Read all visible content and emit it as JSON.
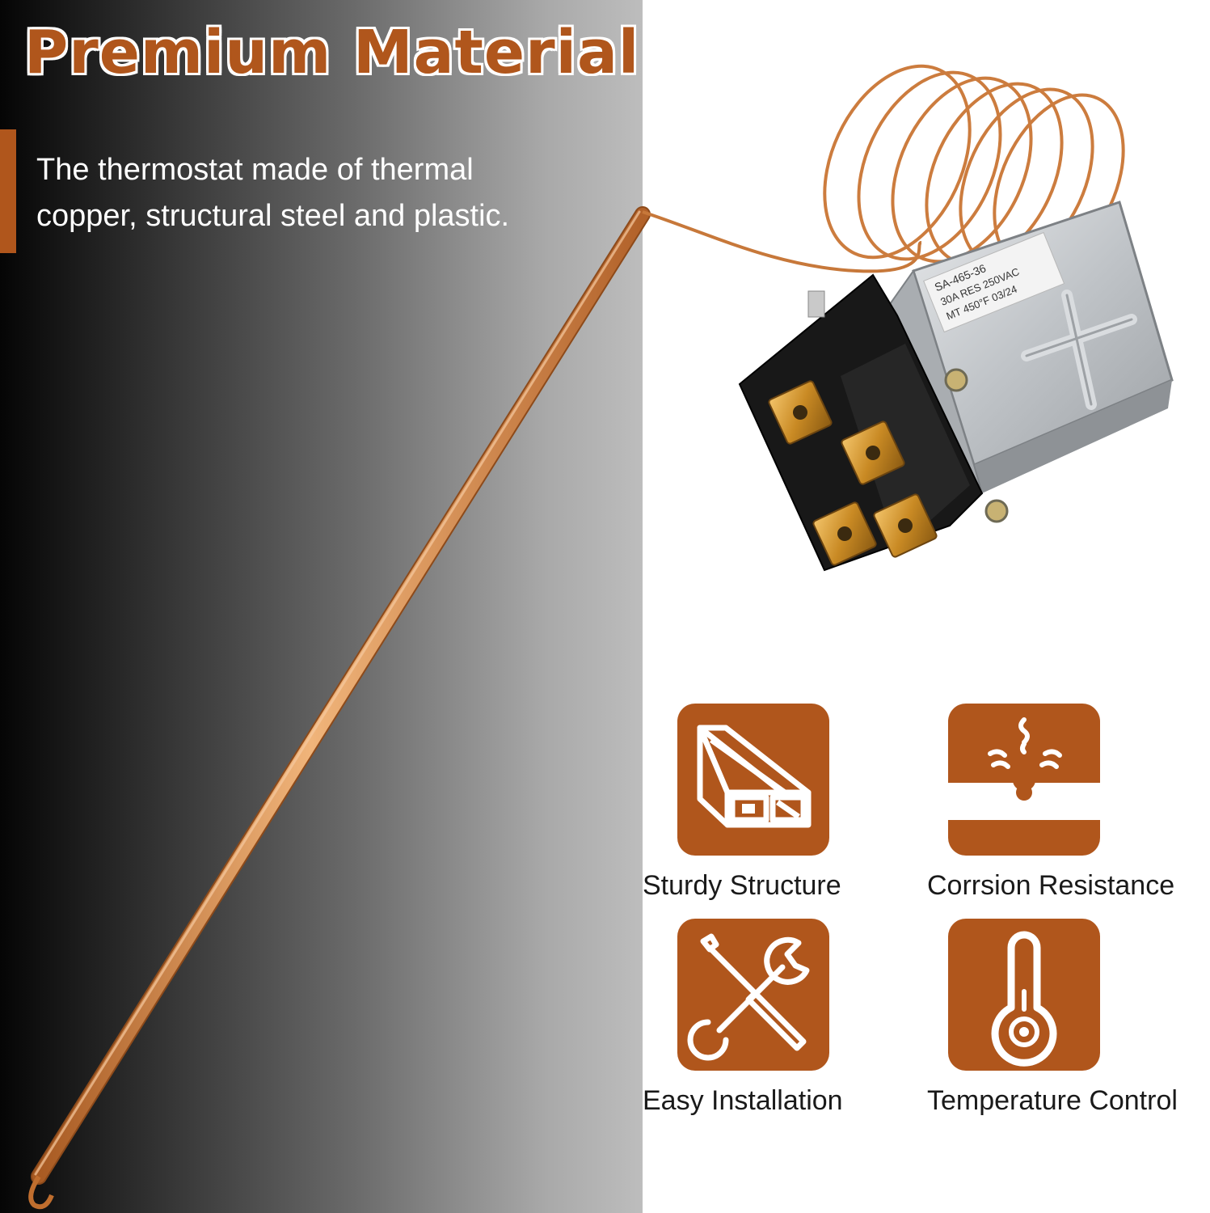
{
  "header": {
    "title": "Premium Material",
    "description_line1": "The thermostat made of thermal",
    "description_line2": "copper, structural steel and plastic."
  },
  "product": {
    "label_line1": "SA-465-36",
    "label_line2": "30A RES 250VAC",
    "label_line3": "MT 450°F 03/24"
  },
  "features": [
    {
      "label": "Sturdy Structure",
      "icon": "steel-profile-icon"
    },
    {
      "label": "Corrsion Resistance",
      "icon": "corrosion-drop-icon"
    },
    {
      "label": "Easy Installation",
      "icon": "wrench-screwdriver-icon"
    },
    {
      "label": "Temperature Control",
      "icon": "thermometer-icon"
    }
  ],
  "colors": {
    "accent": "#b0561c",
    "copper": "#d28a4c",
    "text_dark": "#1a1a1a"
  }
}
